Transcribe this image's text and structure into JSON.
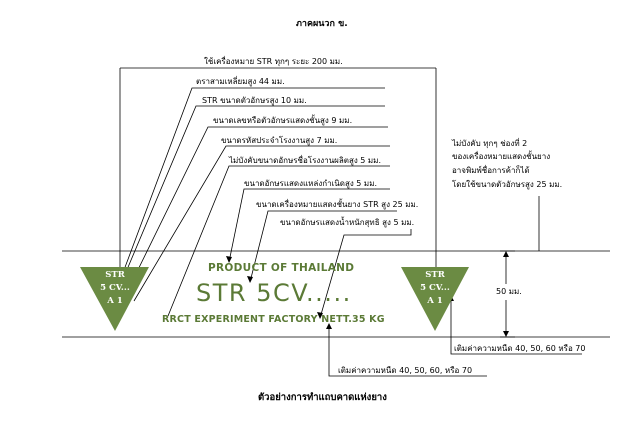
{
  "header": {
    "title": "ภาคผนวก ข."
  },
  "callouts": [
    {
      "label": "ใช้เครื่องหมาย STR ทุกๆ ระยะ 200 มม."
    },
    {
      "label": "ตราสามเหลี่ยมสูง 44 มม."
    },
    {
      "label": "STR ขนาดตัวอักษรสูง 10 มม."
    },
    {
      "label": "ขนาดเลขหรือตัวอักษรแสดงชั้นสูง 9 มม."
    },
    {
      "label": "ขนาดรหัสประจำโรงงานสูง 7 มม."
    },
    {
      "label": "ไม่บังคับขนาดอักษรชื่อโรงงานผลิตสูง 5 มม."
    },
    {
      "label": "ขนาดอักษรแสดงแหล่งกำเนิดสูง 5 มม."
    },
    {
      "label": "ขนาดเครื่องหมายแสดงชั้นยาง STR สูง 25 มม."
    },
    {
      "label": "ขนาดอักษรแสดงน้ำหนักสุทธิ สูง 5 มม."
    }
  ],
  "side_note": {
    "lines": [
      "ไม่บังคับ ทุกๆ ช่องที่ 2",
      "ของเครื่องหมายแสดงชั้นยาง",
      "อาจพิมพ์ชื่อการค้าก็ได้",
      "โดยใช้ขนาดตัวอักษรสูง 25 มม."
    ]
  },
  "band": {
    "origin": "PRODUCT OF THAILAND",
    "grade": "STR 5CV.....",
    "factory_weight": "RRCT EXPERIMENT FACTORY NETT.35  KG",
    "height_label": "50 มม."
  },
  "triangle_left": {
    "line1": "STR",
    "line2": "5 CV...",
    "line3": "A 1"
  },
  "triangle_right": {
    "line1": "STR",
    "line2": "5 CV...",
    "line3": "A 1"
  },
  "weight_notes": {
    "right": "เติมค่าความหนืด 40, 50, 60 หรือ 70",
    "bottom": "เติมค่าความหนืด 40, 50, 60, หรือ 70"
  },
  "caption": "ตัวอย่างการทำแถบคาดแห่งยาง",
  "colors": {
    "triangle": "#6b8b43",
    "green_text": "#5b7a36",
    "lines": "#000000"
  }
}
